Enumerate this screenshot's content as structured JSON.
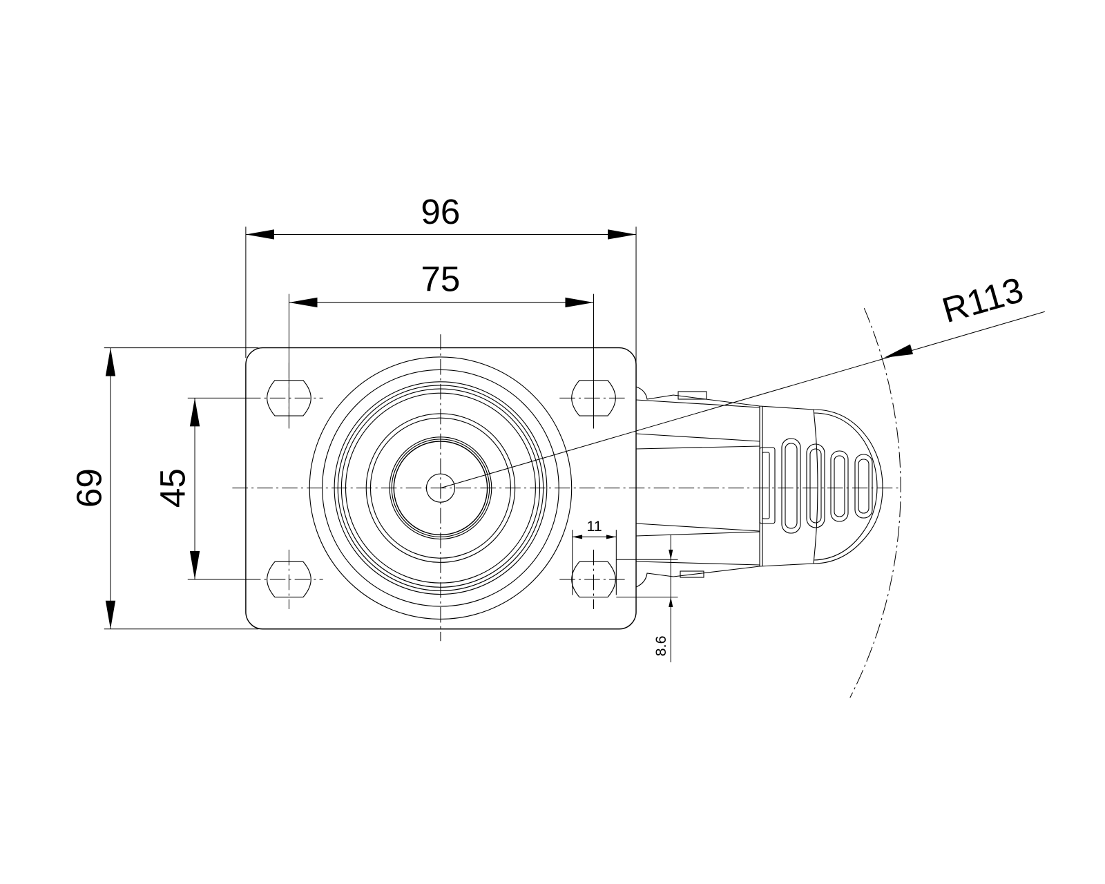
{
  "drawing": {
    "title": "Swivel castor with brake - top view",
    "dimensions": {
      "plate_width": "96",
      "hole_spacing_x": "75",
      "plate_height": "69",
      "hole_spacing_y": "45",
      "hole_slot_width": "11",
      "offset": "8.6",
      "swivel_radius": "R113"
    }
  }
}
